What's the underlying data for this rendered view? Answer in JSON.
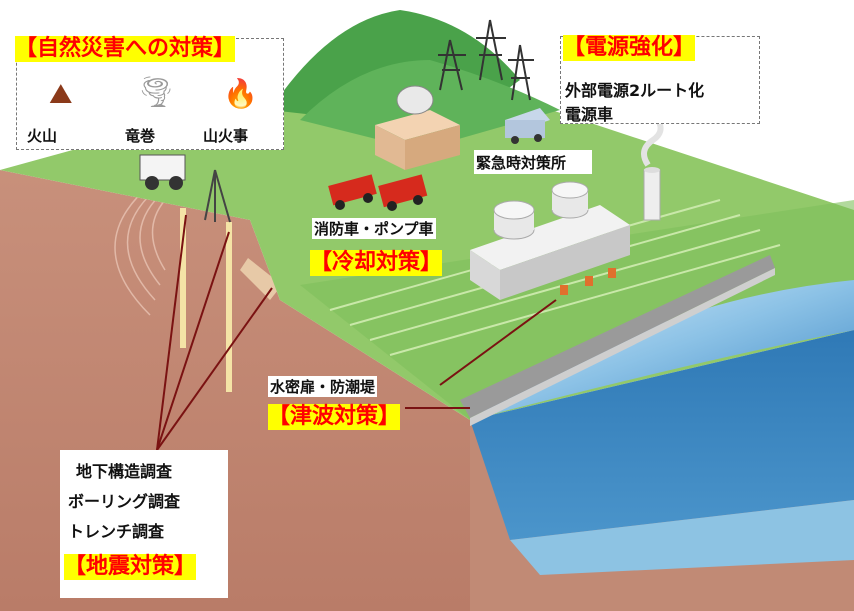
{
  "natural_disaster": {
    "title": "【自然災害への対策】",
    "items": [
      "火山",
      "竜巻",
      "山火事"
    ]
  },
  "power": {
    "title": "【電源強化】",
    "items": [
      "外部電源2ルート化",
      "電源車"
    ]
  },
  "emergency_office": "緊急時対策所",
  "cooling": {
    "item": "消防車・ポンプ車",
    "title": "【冷却対策】"
  },
  "tsunami": {
    "item": "水密扉・防潮堤",
    "title": "【津波対策】"
  },
  "earthquake": {
    "items": [
      "地下構造調査",
      "ボーリング調査",
      "トレンチ調査"
    ],
    "title": "【地震対策】"
  },
  "colors": {
    "highlight_bg": "#ffff00",
    "highlight_text": "#ff0000",
    "ground": "#c89a84",
    "grass": "#8cc464",
    "sea": "#3c8cc8"
  }
}
